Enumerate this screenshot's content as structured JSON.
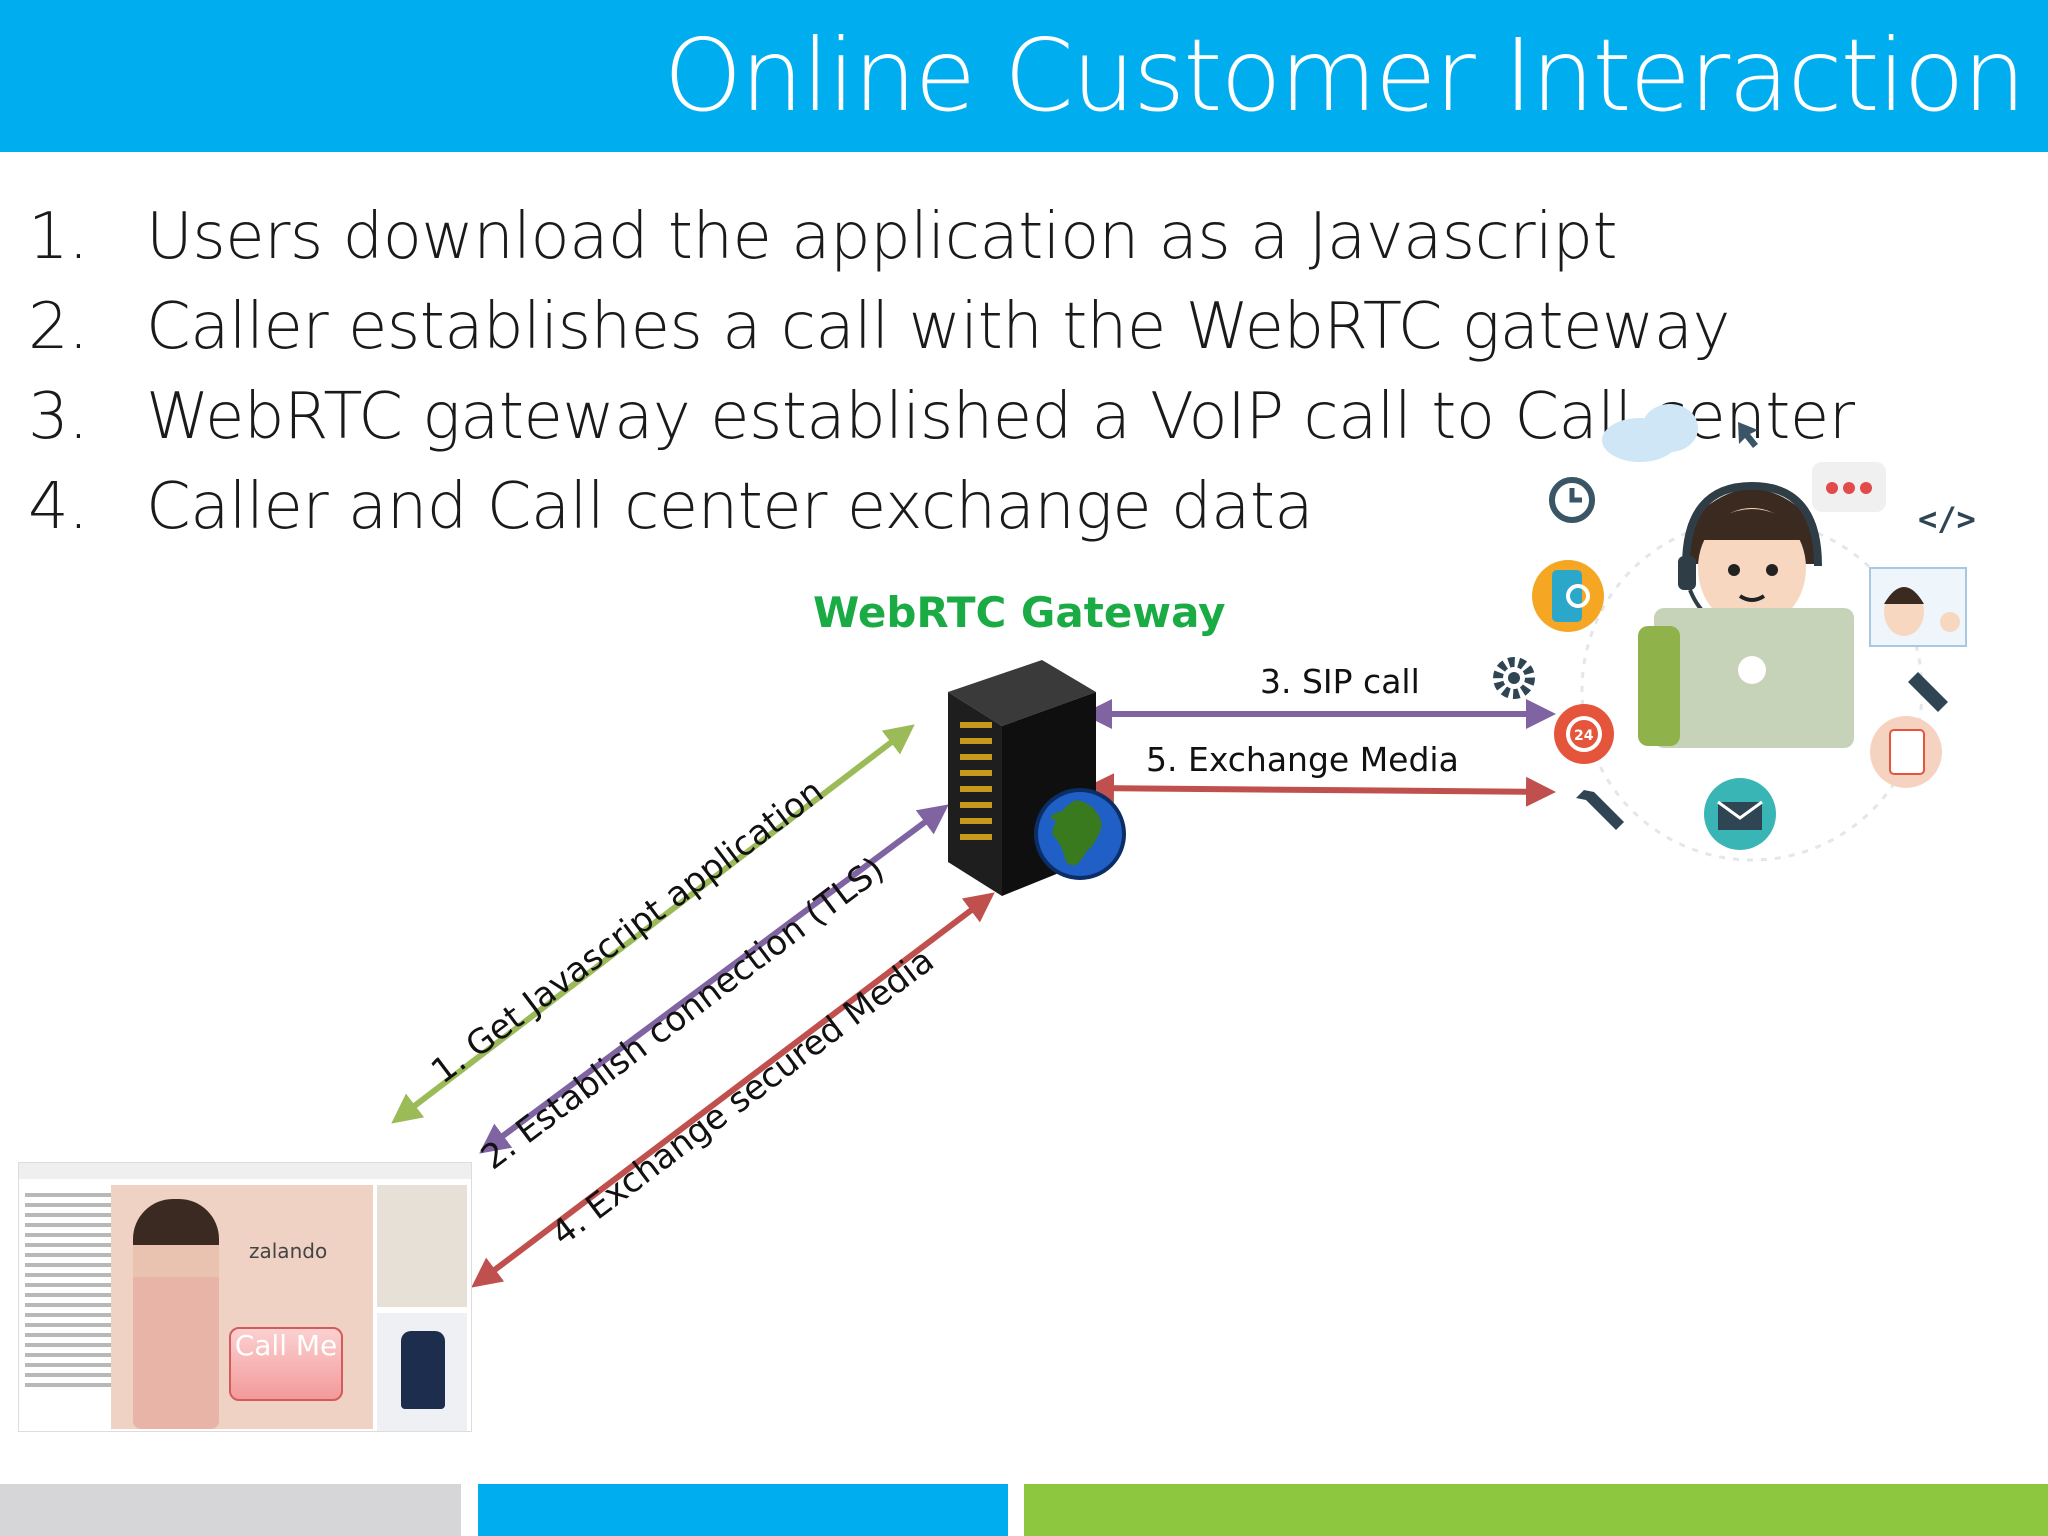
{
  "header": {
    "title": "Online Customer Interaction"
  },
  "steps": [
    {
      "num": "1.",
      "text": "Users download the application as a Javascript"
    },
    {
      "num": "2.",
      "text": "Caller establishes a call with the WebRTC gateway"
    },
    {
      "num": "3.",
      "text": "WebRTC gateway established a VoIP call to Call center"
    },
    {
      "num": "4.",
      "text": "Caller and Call center exchange data"
    }
  ],
  "diagram": {
    "gateway_label": "WebRTC Gateway",
    "edges": {
      "sip_call": "3. SIP call",
      "exchange_media": "5. Exchange Media",
      "get_javascript": "1. Get Javascript application",
      "establish_connection": "2. Establish connection (TLS)",
      "exchange_secured_media": "4. Exchange secured Media"
    },
    "website": {
      "brand": "zalando",
      "call_button": "Call Me"
    }
  },
  "colors": {
    "header": "#00adee",
    "gateway_label": "#1aab45",
    "arrow_green": "#9bbb59",
    "arrow_purple": "#8064a2",
    "arrow_red": "#c0504d",
    "footer_gray": "#d6d6d9",
    "footer_blue": "#00adee",
    "footer_green": "#8dc63f"
  }
}
